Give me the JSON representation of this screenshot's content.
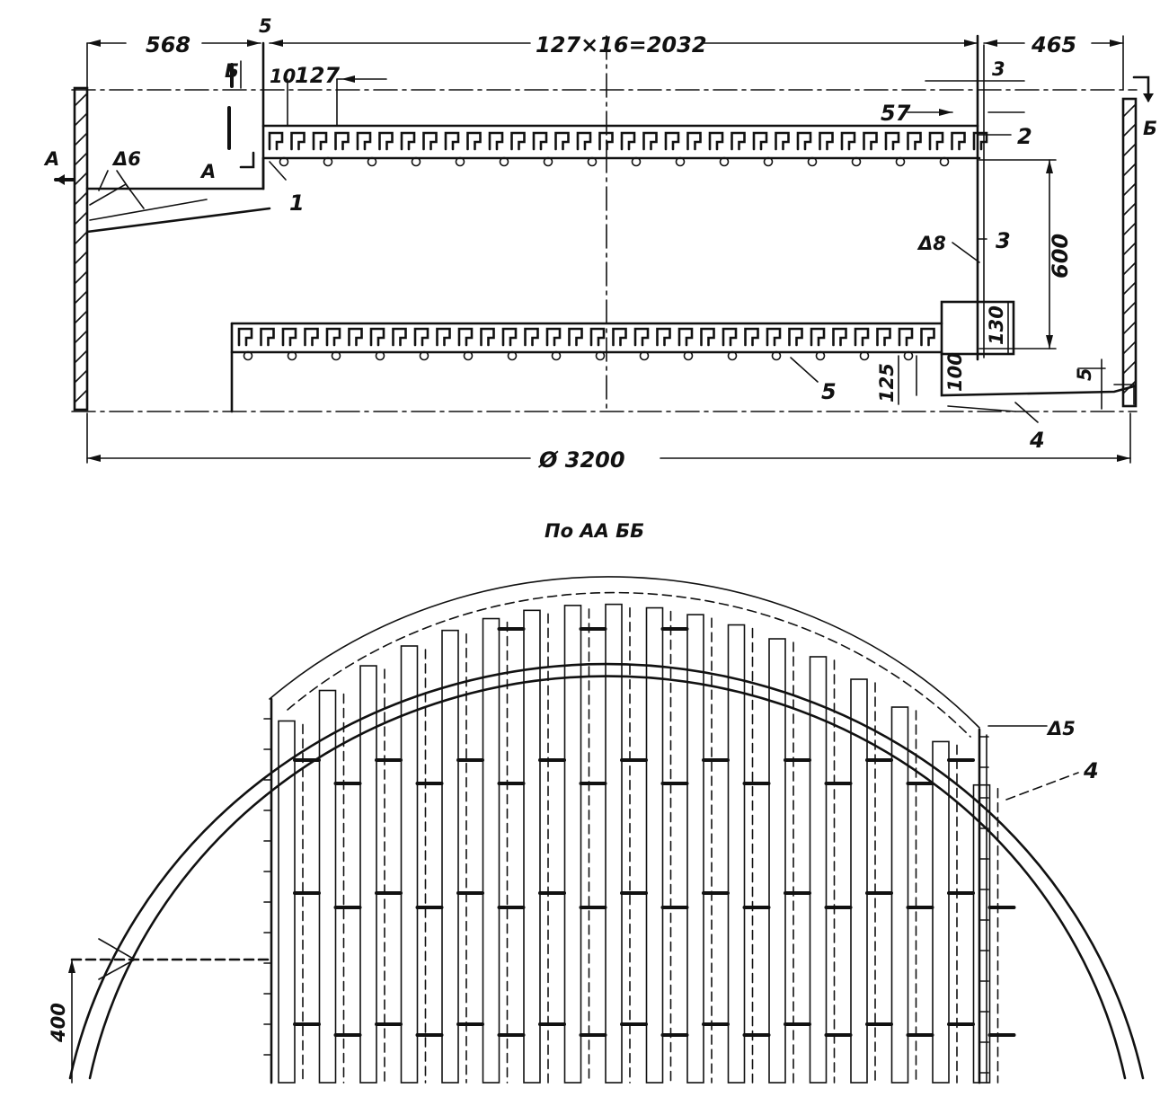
{
  "top_view": {
    "dims": {
      "d_568": "568",
      "d_5_top": "5",
      "d_pitch": "127×16=2032",
      "d_465": "465",
      "d_10": "10",
      "d_127": "127",
      "d_3": "3",
      "d_57": "57",
      "d_600": "600",
      "d_130": "130",
      "d_100": "100",
      "d_125": "125",
      "d_5_right": "5",
      "d_diameter": "Ø 3200"
    },
    "thickness": {
      "t_6": "Δ6",
      "t_8": "Δ8"
    },
    "sections": {
      "a_left": "A",
      "a_inner": "A",
      "b_left": "Б",
      "b_right": "Б"
    },
    "callouts": {
      "c1": "1",
      "c2": "2",
      "c3": "3",
      "c4": "4",
      "c5": "5"
    }
  },
  "bottom_view": {
    "title": "По АА ББ",
    "dims": {
      "d_400": "400"
    },
    "thickness": {
      "t_5": "Δ5"
    },
    "callouts": {
      "c4": "4"
    }
  }
}
